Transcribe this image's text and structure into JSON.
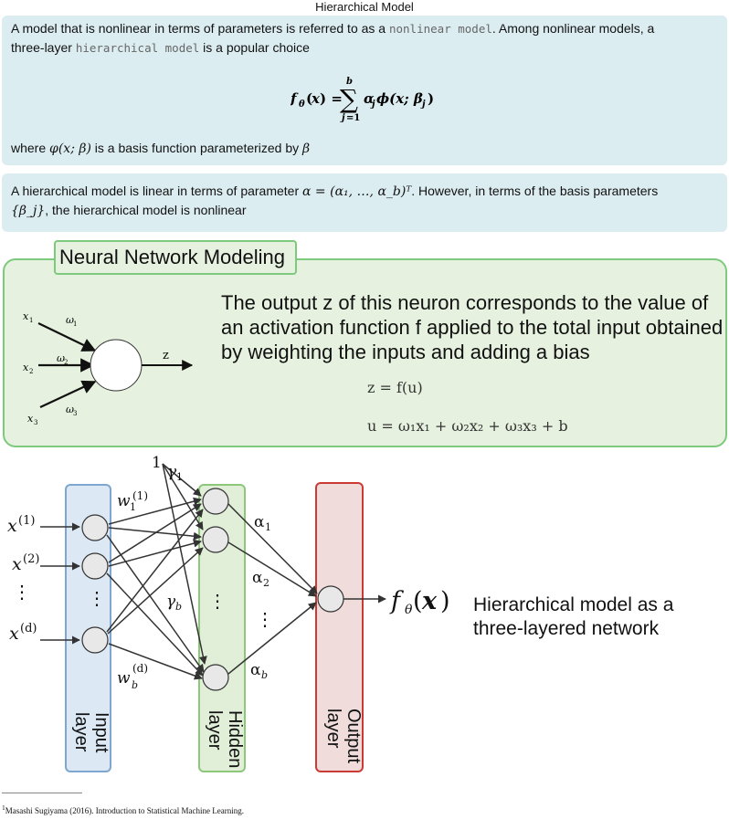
{
  "page_title": "Hierarchical Model",
  "box1": {
    "line1_a": "A model that is nonlinear in terms of parameters is referred to as a ",
    "code1": "nonlinear model",
    "line1_b": ". Among nonlinear models, a",
    "line2_a": "three-layer ",
    "code2": "hierarchical model",
    "line2_b": " is a popular choice",
    "equation_lhs": "f",
    "where_a": "where ",
    "where_math": "φ(x; β)",
    "where_b": " is a basis function parameterized by ",
    "where_beta": "β"
  },
  "box2": {
    "line1_a": "A hierarchical model is linear in terms of parameter ",
    "line1_math": "α = (α₁, …, α_b)ᵀ",
    "line1_b": ". However, in terms of the basis parameters",
    "line2_math": "{β_j}",
    "line2_b": ", the hierarchical model is nonlinear"
  },
  "neural": {
    "title": "Neural Network Modeling",
    "description": "The output z of this neuron corresponds to the value of an activation function f applied to the total input obtained by weighting the inputs and adding a bias",
    "eq1": "z = f(u)",
    "eq2": "u = ω₁x₁ + ω₂x₂ + ω₃x₃ + b"
  },
  "network": {
    "caption": "Hierarchical model as a three-layered network",
    "input_layer_label": "Input layer",
    "hidden_layer_label": "Hidden layer",
    "output_layer_label": "Output layer",
    "colors": {
      "input": "#dce8f4",
      "input_border": "#7fa6d0",
      "hidden": "#e1efd9",
      "hidden_border": "#8cc77a",
      "output": "#efdcdb",
      "output_border": "#cc3b33"
    }
  },
  "footnote": "Masashi Sugiyama (2016). Introduction to Statistical Machine Learning.",
  "footnote_mark": "1"
}
